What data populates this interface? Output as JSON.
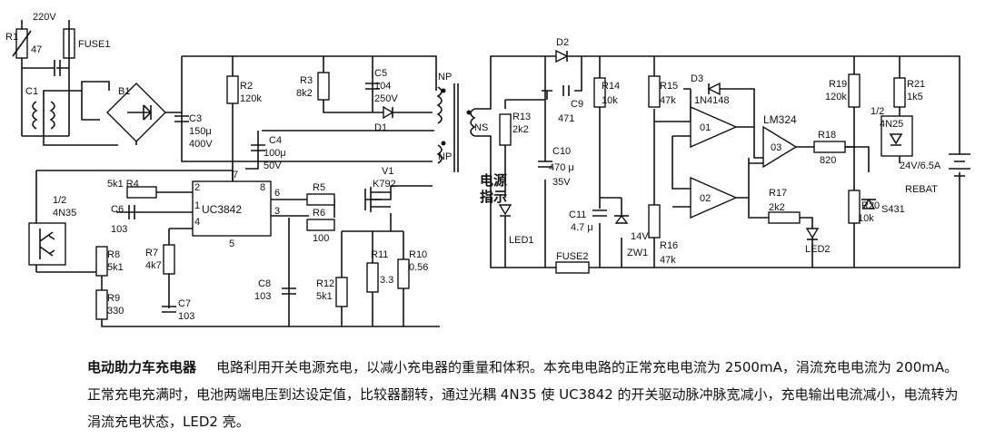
{
  "labels": {
    "ac": "220V",
    "r1": "R1",
    "r1v": "47",
    "fuse1": "FUSE1",
    "c1": "C1",
    "b1": "B1",
    "c3": "C3",
    "c3v1": "150μ",
    "c3v2": "400V",
    "r2": "R2",
    "r2v": "120k",
    "r3": "R3",
    "r3v": "8k2",
    "c5": "C5",
    "c5v1": "104",
    "c5v2": "250V",
    "c4": "C4",
    "c4v1": "100μ",
    "c4v2": "50V",
    "d1": "D1",
    "np1": "NP",
    "np2": "NP",
    "ns": "NS",
    "v1": "V1",
    "v1v": "K792",
    "uc": "UC3842",
    "r4": "5k1 R4",
    "c6": "C6",
    "c6v": "103",
    "oc1a": "1/2",
    "oc1b": "4N35",
    "r8": "R8",
    "r8v": "5k1",
    "r9": "R9",
    "r9v": "330",
    "r7": "R7",
    "r7v": "4k7",
    "c7": "C7",
    "c7v": "103",
    "c8": "C8",
    "c8v": "103",
    "r5": "R5",
    "r6": "R6",
    "r6v": "100",
    "r12": "R12",
    "r12v": "5k1",
    "r11": "R11",
    "r11v": "3.3",
    "r10": "R10",
    "r10v": "0.56",
    "p7": "7",
    "p2": "2",
    "p1": "1",
    "p4": "4",
    "p5": "5",
    "p6": "6",
    "p8": "8",
    "p3": "3",
    "d2": "D2",
    "c9": "C9",
    "c9v": "471",
    "r13": "R13",
    "r13v": "2k2",
    "c10": "C10",
    "c10v1": "470 μ",
    "c10v2": "35V",
    "led1txt1": "电源",
    "led1txt2": "指示",
    "led1": "LED1",
    "c11": "C11",
    "c11v": "4.7 μ",
    "zw1a": "14V",
    "zw1": "ZW1",
    "fuse2": "FUSE2",
    "r14": "R14",
    "r14v": "10k",
    "r15": "R15",
    "r15v": "47k",
    "d3": "D3",
    "d3v": "1N4148",
    "r16": "R16",
    "r16v": "47k",
    "lm": "LM324",
    "o1": "01",
    "o2": "02",
    "o3": "03",
    "r17": "R17",
    "r17v": "2k2",
    "led2": "LED2",
    "r18": "R18",
    "r18v": "820",
    "r19": "R19",
    "r19v": "120k",
    "r20": "R20",
    "r20v": "10k",
    "r21": "R21",
    "r21v": "1k5",
    "oc2a": "1/2",
    "oc2b": "4N25",
    "bat": "24V/6.5A",
    "rebat": "REBAT",
    "s431": "S431"
  },
  "caption": {
    "title": "电动助力车充电器",
    "body": "电路利用开关电源充电，以减小充电器的重量和体积。本充电电路的正常充电电流为 2500mA，涓流充电电流为 200mA。正常充电充满时，电池两端电压到达设定值，比较器翻转，通过光耦 4N35 使 UC3842 的开关驱动脉冲脉宽减小，充电输出电流减小，电流转为涓流充电状态，LED2 亮。"
  }
}
